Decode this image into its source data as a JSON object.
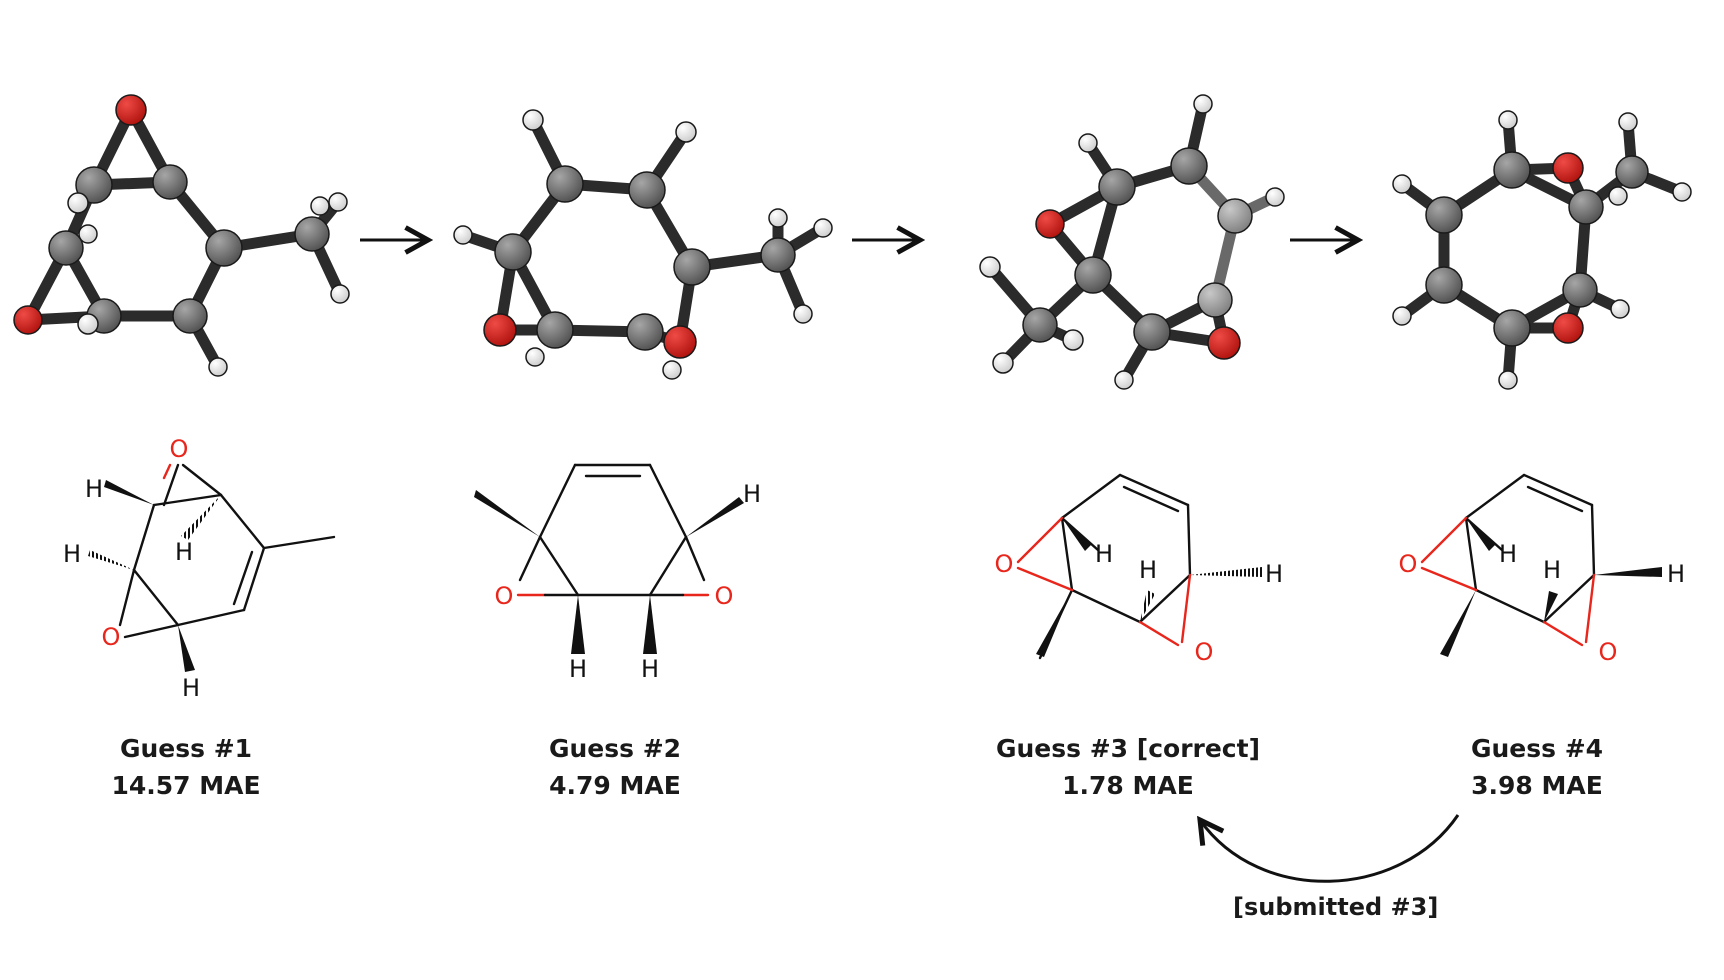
{
  "colors": {
    "bond": "#2b2b2b",
    "carbon": "#6f6f6f",
    "carbon_light": "#9c9c9c",
    "oxygen": "#d0201c",
    "hydrogen": "#f2f2f2",
    "atom_label_oxygen": "#e8261c",
    "ink": "#111111"
  },
  "labels": {
    "oxygen": "O",
    "hydrogen": "H"
  },
  "guesses": [
    {
      "title": "Guess #1",
      "score": "14.57 MAE",
      "icon": "molecule-3d-ball-stick"
    },
    {
      "title": "Guess #2",
      "score": "4.79 MAE",
      "icon": "molecule-3d-ball-stick"
    },
    {
      "title": "Guess #3 [correct]",
      "score": "1.78 MAE",
      "icon": "molecule-3d-ball-stick"
    },
    {
      "title": "Guess #4",
      "score": "3.98 MAE",
      "icon": "molecule-3d-ball-stick"
    }
  ],
  "flow_arrow_icon": "right-arrow-icon",
  "submission": {
    "label": "[submitted #3]",
    "icon": "curved-arrow-icon"
  }
}
